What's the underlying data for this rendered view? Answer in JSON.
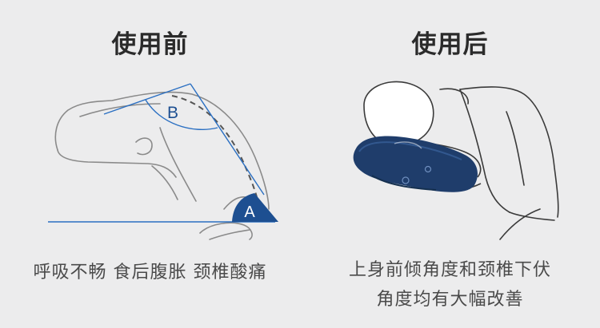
{
  "before": {
    "title": "使用前",
    "label_a": "A",
    "label_b": "B",
    "caption": "呼吸不畅  食后腹胀  颈椎酸痛"
  },
  "after": {
    "title": "使用后",
    "caption_line1": "上身前倾角度和颈椎下伏",
    "caption_line2": "角度均有大幅改善"
  },
  "colors": {
    "background": "#ececed",
    "accent_blue": "#1d4f91",
    "line_blue": "#2a6fc2",
    "pillow_navy": "#1f3d6b",
    "sketch_gray": "#8a8a8a"
  }
}
